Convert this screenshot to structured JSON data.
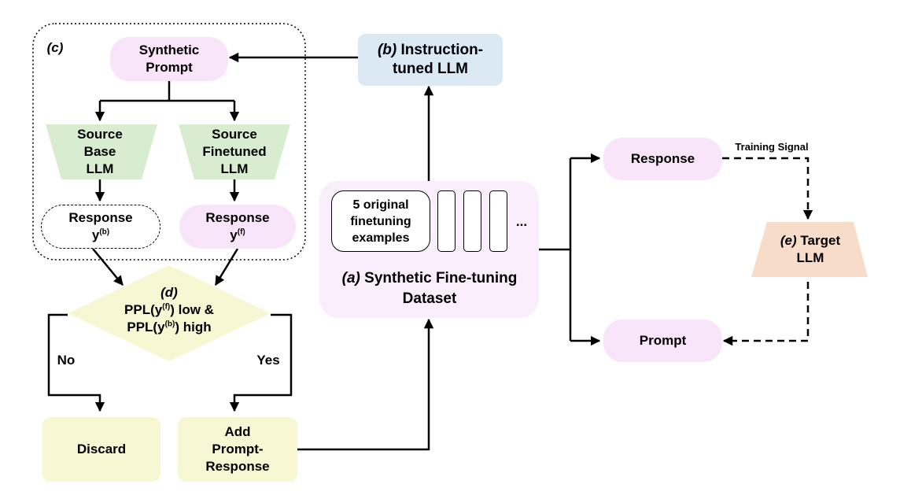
{
  "panel_c": {
    "tag": "(c)"
  },
  "synthetic_prompt": {
    "line1": "Synthetic",
    "line2": "Prompt"
  },
  "source_base_llm": {
    "line1": "Source",
    "line2": "Base",
    "line3": "LLM"
  },
  "source_finetuned_llm": {
    "line1": "Source",
    "line2": "Finetuned",
    "line3": "LLM"
  },
  "response_base": {
    "label": "Response",
    "var": "y",
    "sup": "(b)"
  },
  "response_finetuned": {
    "label": "Response",
    "var": "y",
    "sup": "(f)"
  },
  "decision": {
    "tag": "(d)",
    "line1_pre": "PPL(y",
    "line1_sup": "(f)",
    "line1_post": ") low &",
    "line2_pre": "PPL(y",
    "line2_sup": "(b)",
    "line2_post": ") high",
    "no": "No",
    "yes": "Yes"
  },
  "discard": {
    "label": "Discard"
  },
  "add_prompt_response": {
    "line1": "Add",
    "line2": "Prompt-",
    "line3": "Response"
  },
  "instruction_llm": {
    "tag": "(b)",
    "line1": "Instruction-",
    "line2": "tuned LLM"
  },
  "dataset": {
    "examples_line1": "5 original",
    "examples_line2": "finetuning",
    "examples_line3": "examples",
    "ellipsis": "...",
    "tag": "(a)",
    "title_line1": "Synthetic Fine-tuning",
    "title_line2": "Dataset"
  },
  "response_right": {
    "label": "Response"
  },
  "prompt_right": {
    "label": "Prompt"
  },
  "training_signal": {
    "label": "Training Signal"
  },
  "target_llm": {
    "tag": "(e)",
    "line1": "Target",
    "line2": "LLM"
  },
  "colors": {
    "pink": "#f8e5f9",
    "blue": "#dbe9f5",
    "green": "#d8ecd0",
    "yellow": "#f7f7d4",
    "peach": "#f6dcc9"
  }
}
